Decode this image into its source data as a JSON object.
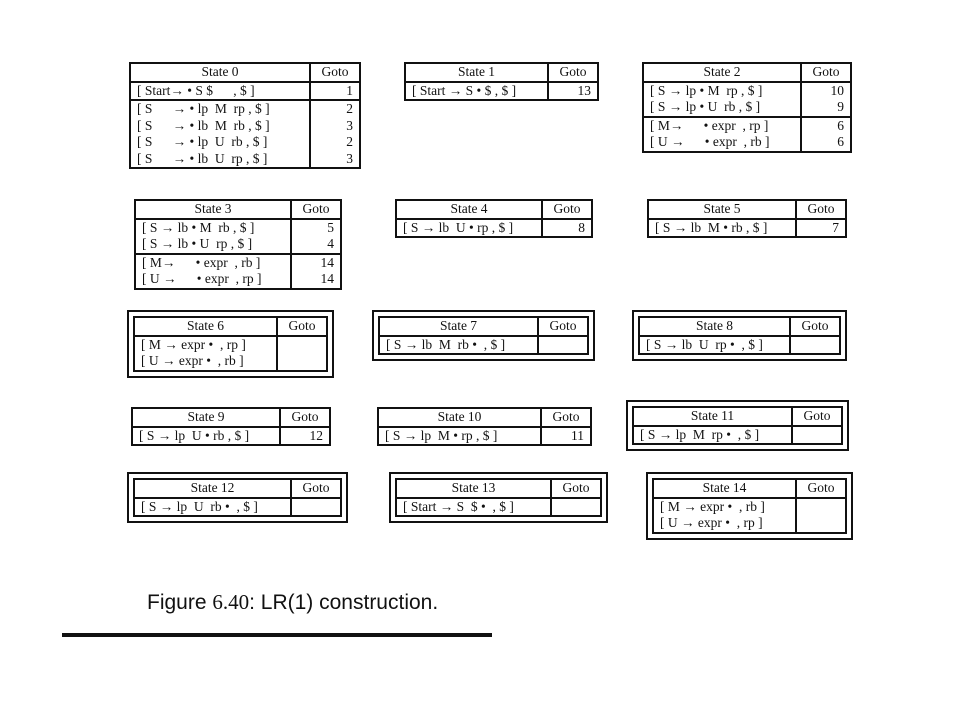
{
  "goto_header": "Goto",
  "states": [
    {
      "title": "State 0",
      "accept": false,
      "items": [
        {
          "text": "[ Start→ • S $      , $ ]",
          "goto": "1",
          "group": 0
        },
        {
          "text": "[ S      → • lp  M  rp , $ ]",
          "goto": "2",
          "group": 1
        },
        {
          "text": "[ S      → • lb  M  rb , $ ]",
          "goto": "3",
          "group": 1
        },
        {
          "text": "[ S      → • lp  U  rb , $ ]",
          "goto": "2",
          "group": 1
        },
        {
          "text": "[ S      → • lb  U  rp , $ ]",
          "goto": "3",
          "group": 1
        }
      ]
    },
    {
      "title": "State 1",
      "accept": false,
      "items": [
        {
          "text": "[ Start → S • $ , $ ]",
          "goto": "13",
          "group": 0
        }
      ]
    },
    {
      "title": "State 2",
      "accept": false,
      "items": [
        {
          "text": "[ S → lp • M  rp , $ ]",
          "goto": "10",
          "group": 0
        },
        {
          "text": "[ S → lp • U  rb , $ ]",
          "goto": "9",
          "group": 0
        },
        {
          "text": "[ M→      • expr  , rp ]",
          "goto": "6",
          "group": 1
        },
        {
          "text": "[ U →      • expr  , rb ]",
          "goto": "6",
          "group": 1
        }
      ]
    },
    {
      "title": "State 3",
      "accept": false,
      "items": [
        {
          "text": "[ S → lb • M  rb , $ ]",
          "goto": "5",
          "group": 0
        },
        {
          "text": "[ S → lb • U  rp , $ ]",
          "goto": "4",
          "group": 0
        },
        {
          "text": "[ M→      • expr  , rb ]",
          "goto": "14",
          "group": 1
        },
        {
          "text": "[ U →      • expr  , rp ]",
          "goto": "14",
          "group": 1
        }
      ]
    },
    {
      "title": "State 4",
      "accept": false,
      "items": [
        {
          "text": "[ S → lb  U • rp , $ ]",
          "goto": "8",
          "group": 0
        }
      ]
    },
    {
      "title": "State 5",
      "accept": false,
      "items": [
        {
          "text": "[ S → lb  M • rb , $ ]",
          "goto": "7",
          "group": 0
        }
      ]
    },
    {
      "title": "State 6",
      "accept": true,
      "items": [
        {
          "text": "[ M → expr •  , rp ]",
          "goto": "",
          "group": 0
        },
        {
          "text": "[ U → expr •  , rb ]",
          "goto": "",
          "group": 0
        }
      ]
    },
    {
      "title": "State 7",
      "accept": true,
      "items": [
        {
          "text": "[ S → lb  M  rb •  , $ ]",
          "goto": "",
          "group": 0
        }
      ]
    },
    {
      "title": "State 8",
      "accept": true,
      "items": [
        {
          "text": "[ S → lb  U  rp •  , $ ]",
          "goto": "",
          "group": 0
        }
      ]
    },
    {
      "title": "State 9",
      "accept": false,
      "items": [
        {
          "text": "[ S → lp  U • rb , $ ]",
          "goto": "12",
          "group": 0
        }
      ]
    },
    {
      "title": "State 10",
      "accept": false,
      "items": [
        {
          "text": "[ S → lp  M • rp , $ ]",
          "goto": "11",
          "group": 0
        }
      ]
    },
    {
      "title": "State 11",
      "accept": true,
      "items": [
        {
          "text": "[ S → lp  M  rp •  , $ ]",
          "goto": "",
          "group": 0
        }
      ]
    },
    {
      "title": "State 12",
      "accept": true,
      "items": [
        {
          "text": "[ S → lp  U  rb •  , $ ]",
          "goto": "",
          "group": 0
        }
      ]
    },
    {
      "title": "State 13",
      "accept": true,
      "items": [
        {
          "text": "[ Start → S  $ •  , $ ]",
          "goto": "",
          "group": 0
        }
      ]
    },
    {
      "title": "State 14",
      "accept": true,
      "items": [
        {
          "text": "[ M → expr •  , rb ]",
          "goto": "",
          "group": 0
        },
        {
          "text": "[ U → expr •  , rp ]",
          "goto": "",
          "group": 0
        }
      ]
    }
  ],
  "caption": {
    "label": "Figure ",
    "number": "6.40",
    "text": ": LR(1) construction."
  }
}
